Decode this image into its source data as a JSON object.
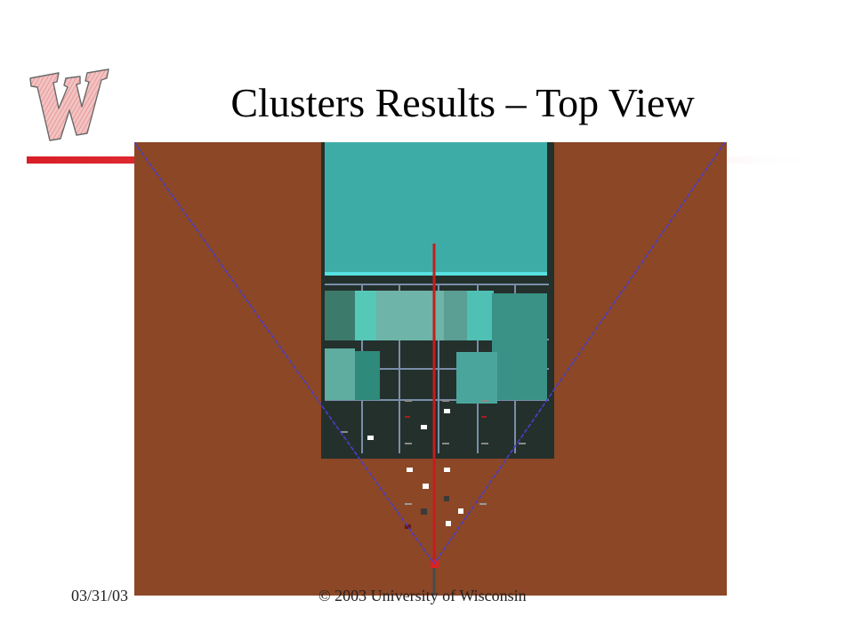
{
  "slide": {
    "title": "Clusters Results – Top View",
    "footer_date": "03/31/03",
    "footer_copyright": "© 2003 University of Wisconsin"
  },
  "colors": {
    "background": "#8b4726",
    "detector_fill": "#3aaca6",
    "detector_frame": "#1e2a26",
    "beam_line": "#c41d1d",
    "cone": "#4a3ec8",
    "accent_rule": "#d81e27"
  }
}
